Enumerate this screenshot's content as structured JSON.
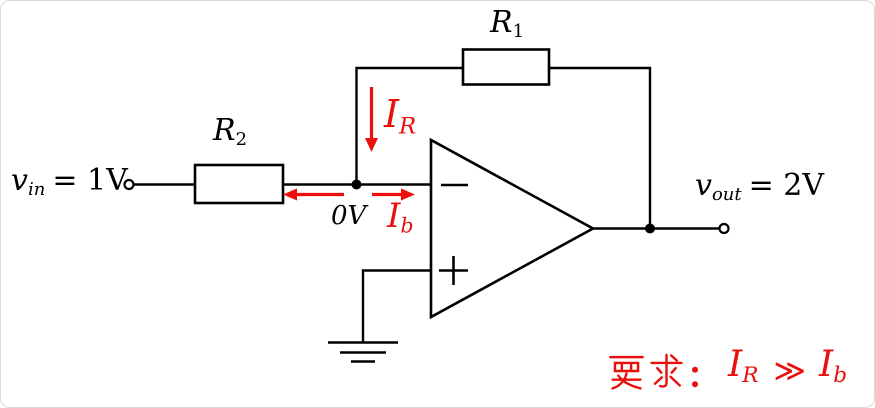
{
  "colors": {
    "wire": "#000000",
    "highlight_red": "#e8100d",
    "background": "#ffffff",
    "border": "#d9d9d9"
  },
  "source": {
    "base": "v",
    "sub": "in",
    "value": "= 1V"
  },
  "output": {
    "base": "v",
    "sub": "out",
    "value": "= 2V"
  },
  "resistors": {
    "r1": {
      "base": "R",
      "sub": "1"
    },
    "r2": {
      "base": "R",
      "sub": "2"
    }
  },
  "opamp": {
    "inverting_input": "−",
    "noninverting_input": "+"
  },
  "node": {
    "voltage": "0V"
  },
  "currents": {
    "ir": {
      "base": "I",
      "sub": "R"
    },
    "ib": {
      "base": "I",
      "sub": "b"
    }
  },
  "requirement": {
    "prefix": "要求：",
    "lhs_base": "I",
    "lhs_sub": "R",
    "operator": "≫",
    "rhs_base": "I",
    "rhs_sub": "b"
  }
}
